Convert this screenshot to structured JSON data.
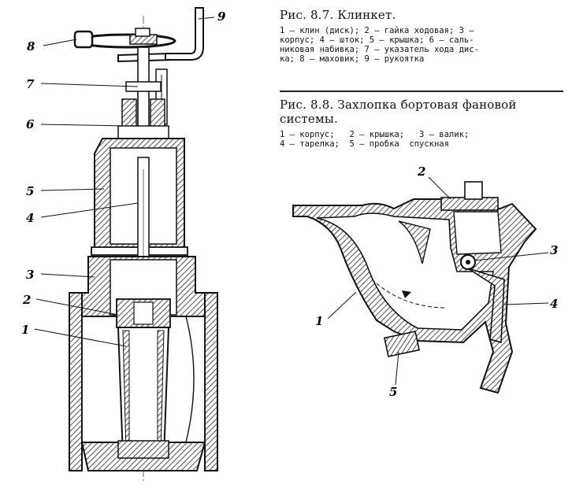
{
  "fig87": {
    "title": "Рис. 8.7. Клинкет.",
    "legend_lines": [
      "1 — клин (диск); 2 — гайка ходовая; 3 —",
      "корпус; 4 — шток; 5 — крышка; 6 — саль-",
      "никовая набивка; 7 — указатель хода дис-",
      "ка; 8 — маховик; 9 — рукоятка"
    ],
    "callouts": [
      "1",
      "2",
      "3",
      "4",
      "5",
      "6",
      "7",
      "8",
      "9"
    ]
  },
  "fig88": {
    "title_lines": [
      "Рис. 8.8. Захлопка бортовая фановой",
      "системы."
    ],
    "legend_lines": [
      "1 — корпус;   2 — крышка;   3 — валик;",
      "4 — тарелка;  5 — пробка  спускная"
    ],
    "callouts": [
      "1",
      "2",
      "3",
      "4",
      "5"
    ]
  }
}
